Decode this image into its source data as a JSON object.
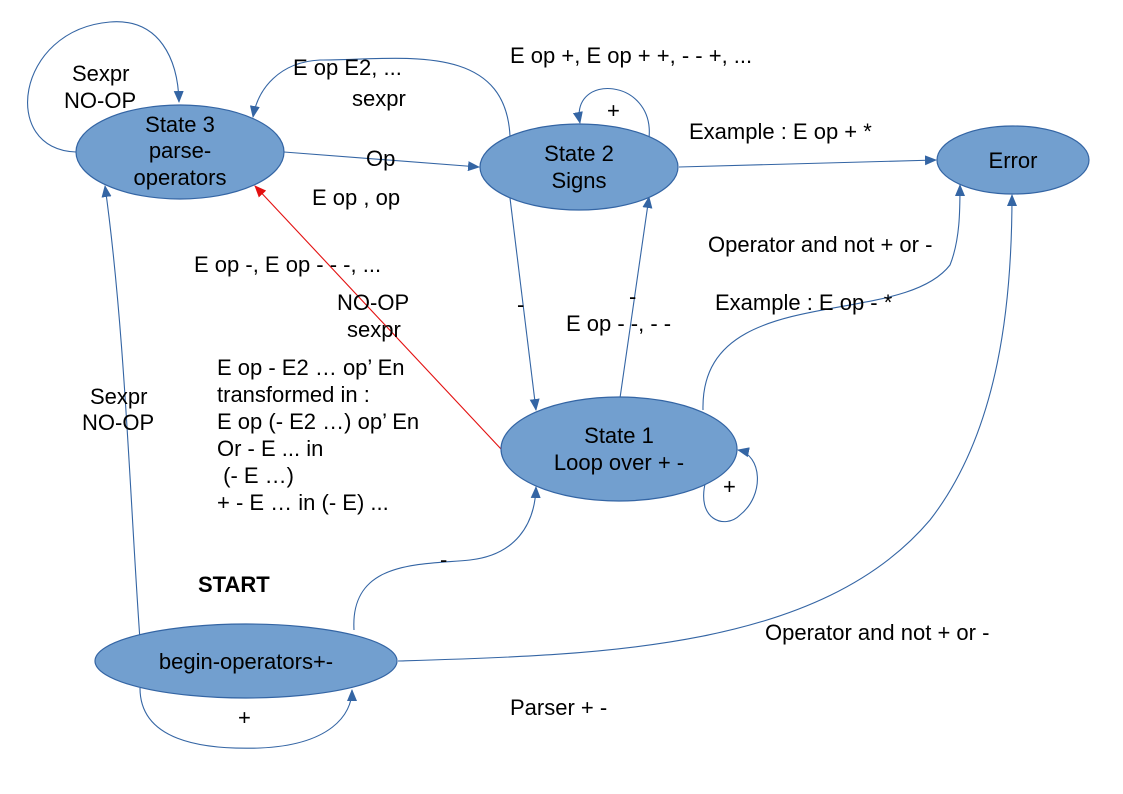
{
  "colors": {
    "node_fill": "#729fcf",
    "node_stroke": "#3465a4",
    "edge": "#3465a4",
    "highlight_edge": "#e31010"
  },
  "nodes": {
    "state3": {
      "lines": [
        "State 3",
        "parse-",
        "operators"
      ]
    },
    "state2": {
      "lines": [
        "State 2",
        "Signs"
      ]
    },
    "error": {
      "lines": [
        "Error"
      ]
    },
    "state1": {
      "lines": [
        "State 1",
        "Loop over + -"
      ]
    },
    "begin": {
      "lines": [
        "begin-operators+-"
      ]
    }
  },
  "labels": {
    "state3_self_loop": [
      "Sexpr",
      "NO-OP"
    ],
    "s2_to_s3_top": [
      "E op E2, ...",
      "sexpr"
    ],
    "s2_self_loop_rule": "E op +, E op + +, - - +, ...",
    "s2_self_loop_symbol": "+",
    "s2_to_error": "Example : E op + *",
    "s3_to_s2_op": "Op",
    "s3_to_s2_rule": "E op , op",
    "s1_to_error": [
      "Operator and not + or -",
      "Example : E op - *"
    ],
    "s1_to_s3_red": [
      "E op -, E op - - -, ..."
    ],
    "noop_sexpr": [
      "NO-OP",
      "sexpr"
    ],
    "s2_to_s1": "-",
    "s1_to_s2_symbol": "-",
    "s1_to_s2_rule": "E op - -, - -",
    "begin_to_s3": [
      "Sexpr",
      "NO-OP"
    ],
    "transform_note": [
      "E op - E2 … op’ En",
      "transformed in :",
      "E op (- E2 …) op’ En",
      "Or - E ... in",
      " (- E …)",
      "+ - E … in (- E) ..."
    ],
    "s1_self_loop": "+",
    "start": "START",
    "begin_to_s1": "-",
    "begin_to_error": "Operator and not + or -",
    "begin_self_loop": "+",
    "footer": "Parser + -"
  }
}
